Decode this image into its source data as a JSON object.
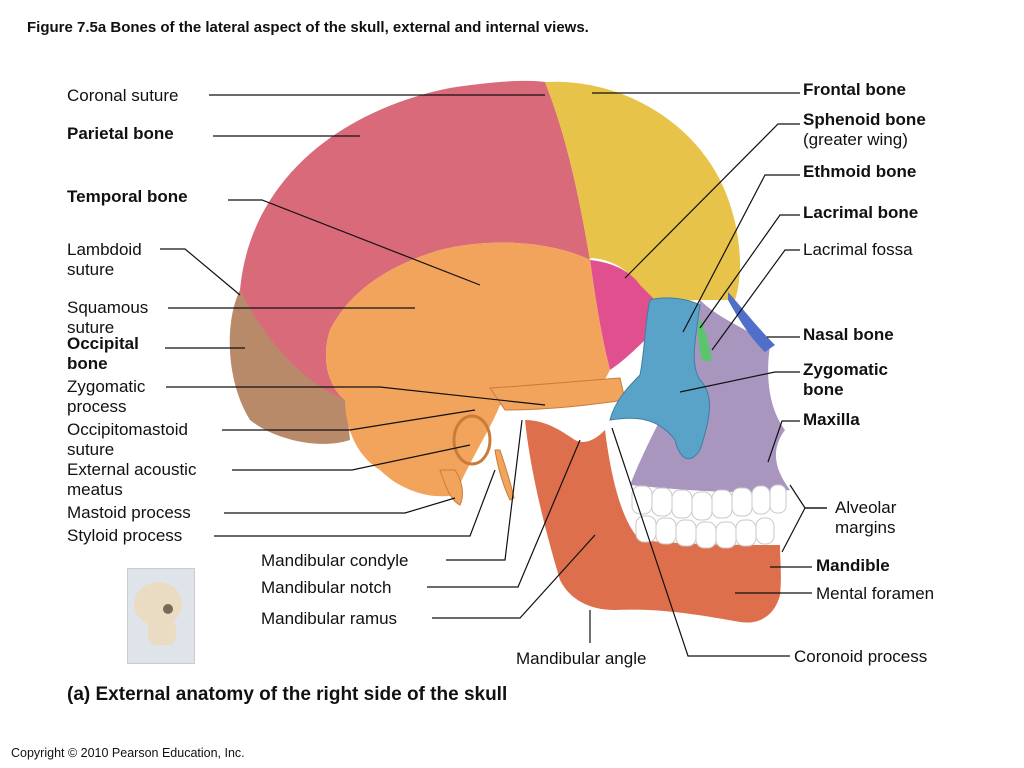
{
  "figure_title": "Figure 7.5a  Bones of the lateral aspect of the skull, external and internal views.",
  "caption": "(a) External anatomy of the right side of the skull",
  "copyright": "Copyright © 2010 Pearson Education, Inc.",
  "labels": {
    "coronal_suture": "Coronal suture",
    "parietal_bone": "Parietal bone",
    "temporal_bone": "Temporal bone",
    "lambdoid_suture_1": "Lambdoid",
    "lambdoid_suture_2": "suture",
    "squamous_suture_1": "Squamous",
    "squamous_suture_2": "suture",
    "occipital_bone_1": "Occipital",
    "occipital_bone_2": "bone",
    "zygomatic_process_1": "Zygomatic",
    "zygomatic_process_2": "process",
    "occipitomastoid_suture_1": "Occipitomastoid",
    "occipitomastoid_suture_2": "suture",
    "external_acoustic_meatus_1": "External acoustic",
    "external_acoustic_meatus_2": "meatus",
    "mastoid_process": "Mastoid process",
    "styloid_process": "Styloid process",
    "mandibular_condyle": "Mandibular condyle",
    "mandibular_notch": "Mandibular notch",
    "mandibular_ramus": "Mandibular ramus",
    "mandibular_angle": "Mandibular angle",
    "frontal_bone": "Frontal bone",
    "sphenoid_bone": "Sphenoid bone",
    "sphenoid_bone_sub": "(greater wing)",
    "ethmoid_bone": "Ethmoid bone",
    "lacrimal_bone": "Lacrimal bone",
    "lacrimal_fossa": "Lacrimal fossa",
    "nasal_bone": "Nasal bone",
    "zygomatic_bone_1": "Zygomatic",
    "zygomatic_bone_2": "bone",
    "maxilla": "Maxilla",
    "alveolar_margins_1": "Alveolar",
    "alveolar_margins_2": "margins",
    "mandible": "Mandible",
    "mental_foramen": "Mental foramen",
    "coronoid_process": "Coronoid process"
  },
  "colors": {
    "parietal": "#d96a7a",
    "frontal": "#e8c34a",
    "temporal": "#f2a35c",
    "occipital": "#b88a6a",
    "sphenoid": "#e0508e",
    "zygomatic": "#5aa3c8",
    "maxilla": "#a996bf",
    "mandible": "#dd6f4d",
    "nasal": "#4f6fc9",
    "lacrimal": "#5cc46e",
    "teeth": "#ffffff"
  }
}
